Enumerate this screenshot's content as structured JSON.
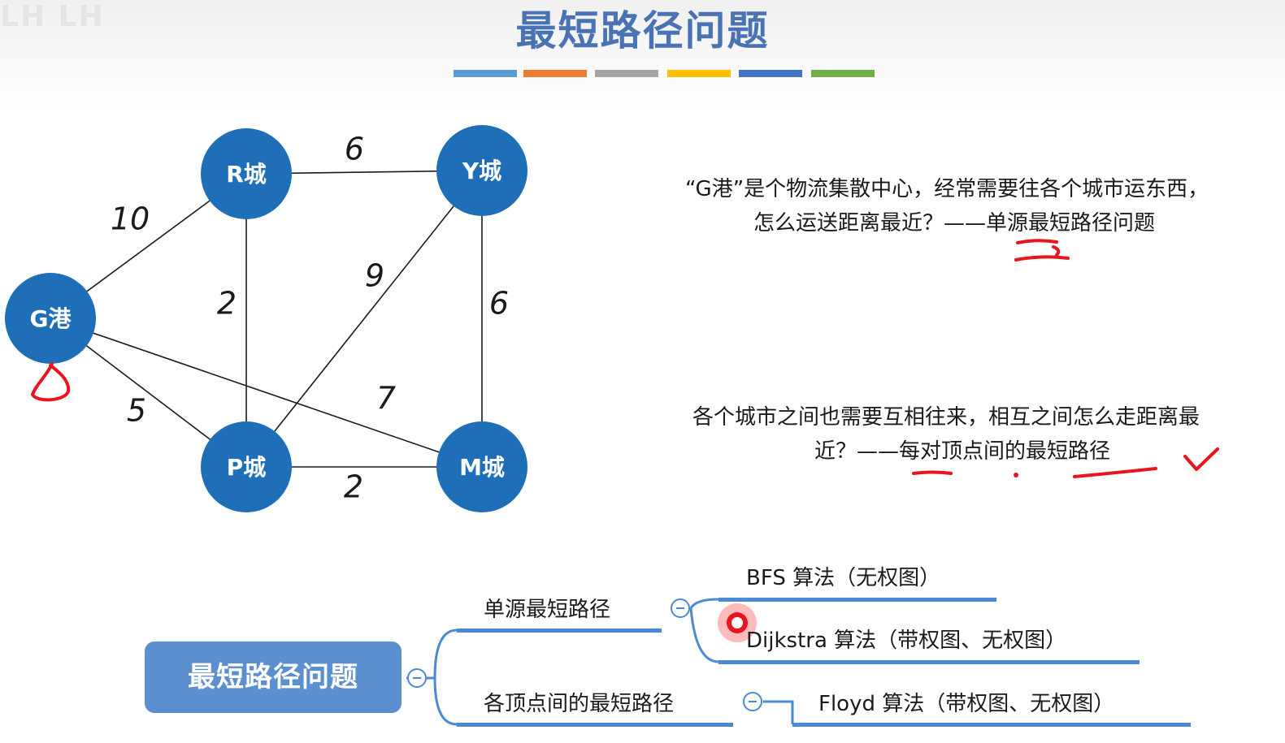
{
  "watermark": "LH LH",
  "slide": {
    "title": "最短路径问题"
  },
  "accent_bars": [
    "#5b9bd5",
    "#ed7d31",
    "#a5a5a5",
    "#ffc000",
    "#4472c4",
    "#70ad47"
  ],
  "graph": {
    "node_color": "#1f6fb8",
    "nodes": [
      {
        "id": "G",
        "label": "G港"
      },
      {
        "id": "R",
        "label": "R城"
      },
      {
        "id": "Y",
        "label": "Y城"
      },
      {
        "id": "P",
        "label": "P城"
      },
      {
        "id": "M",
        "label": "M城"
      }
    ],
    "edges": [
      {
        "from": "G",
        "to": "R",
        "weight": "10"
      },
      {
        "from": "R",
        "to": "Y",
        "weight": "6"
      },
      {
        "from": "R",
        "to": "P",
        "weight": "2"
      },
      {
        "from": "P",
        "to": "Y",
        "weight": "9"
      },
      {
        "from": "Y",
        "to": "M",
        "weight": "6"
      },
      {
        "from": "G",
        "to": "M",
        "weight": "7"
      },
      {
        "from": "G",
        "to": "P",
        "weight": "5"
      },
      {
        "from": "P",
        "to": "M",
        "weight": "2"
      }
    ]
  },
  "text_blocks": {
    "block1": {
      "line1": "“G港”是个物流集散中心，经常需要往各个城市运东西，",
      "line2": "怎么运送距离最近？——单源最短路径问题"
    },
    "block2": {
      "line1": "各个城市之间也需要互相往来，相互之间怎么走距离最",
      "line2": "近？——每对顶点间的最短路径"
    }
  },
  "mindmap": {
    "root": "最短路径问题",
    "branch1": {
      "label": "单源最短路径",
      "children": [
        "BFS 算法（无权图）",
        "Dijkstra 算法（带权图、无权图）"
      ]
    },
    "branch2": {
      "label": "各顶点间的最短路径",
      "children": [
        "Floyd 算法（带权图、无权图）"
      ]
    }
  },
  "annotation_color": "#e8141e"
}
